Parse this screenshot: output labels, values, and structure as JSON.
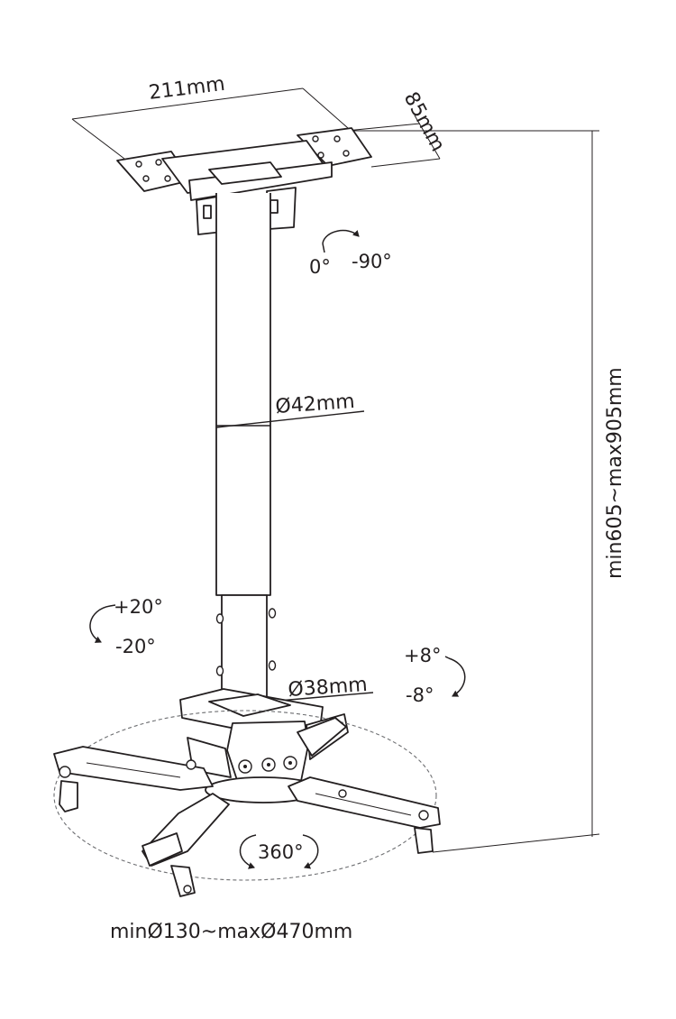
{
  "colors": {
    "line": "#231f20",
    "dash": "#6d6e71",
    "background": "#ffffff"
  },
  "dimensions": {
    "plate_width": "211mm",
    "plate_depth": "85mm",
    "upper_tube_diameter": "Ø42mm",
    "lower_tube_diameter": "Ø38mm",
    "height_range": "min605~max905mm",
    "bracket_span": "minØ130~maxØ470mm"
  },
  "rotations": {
    "ceiling_rotation_start": "0°",
    "ceiling_rotation_end": "-90°",
    "tilt_up": "+20°",
    "tilt_down": "-20°",
    "swivel_up": "+8°",
    "swivel_down": "-8°",
    "full_rotation": "360°"
  }
}
